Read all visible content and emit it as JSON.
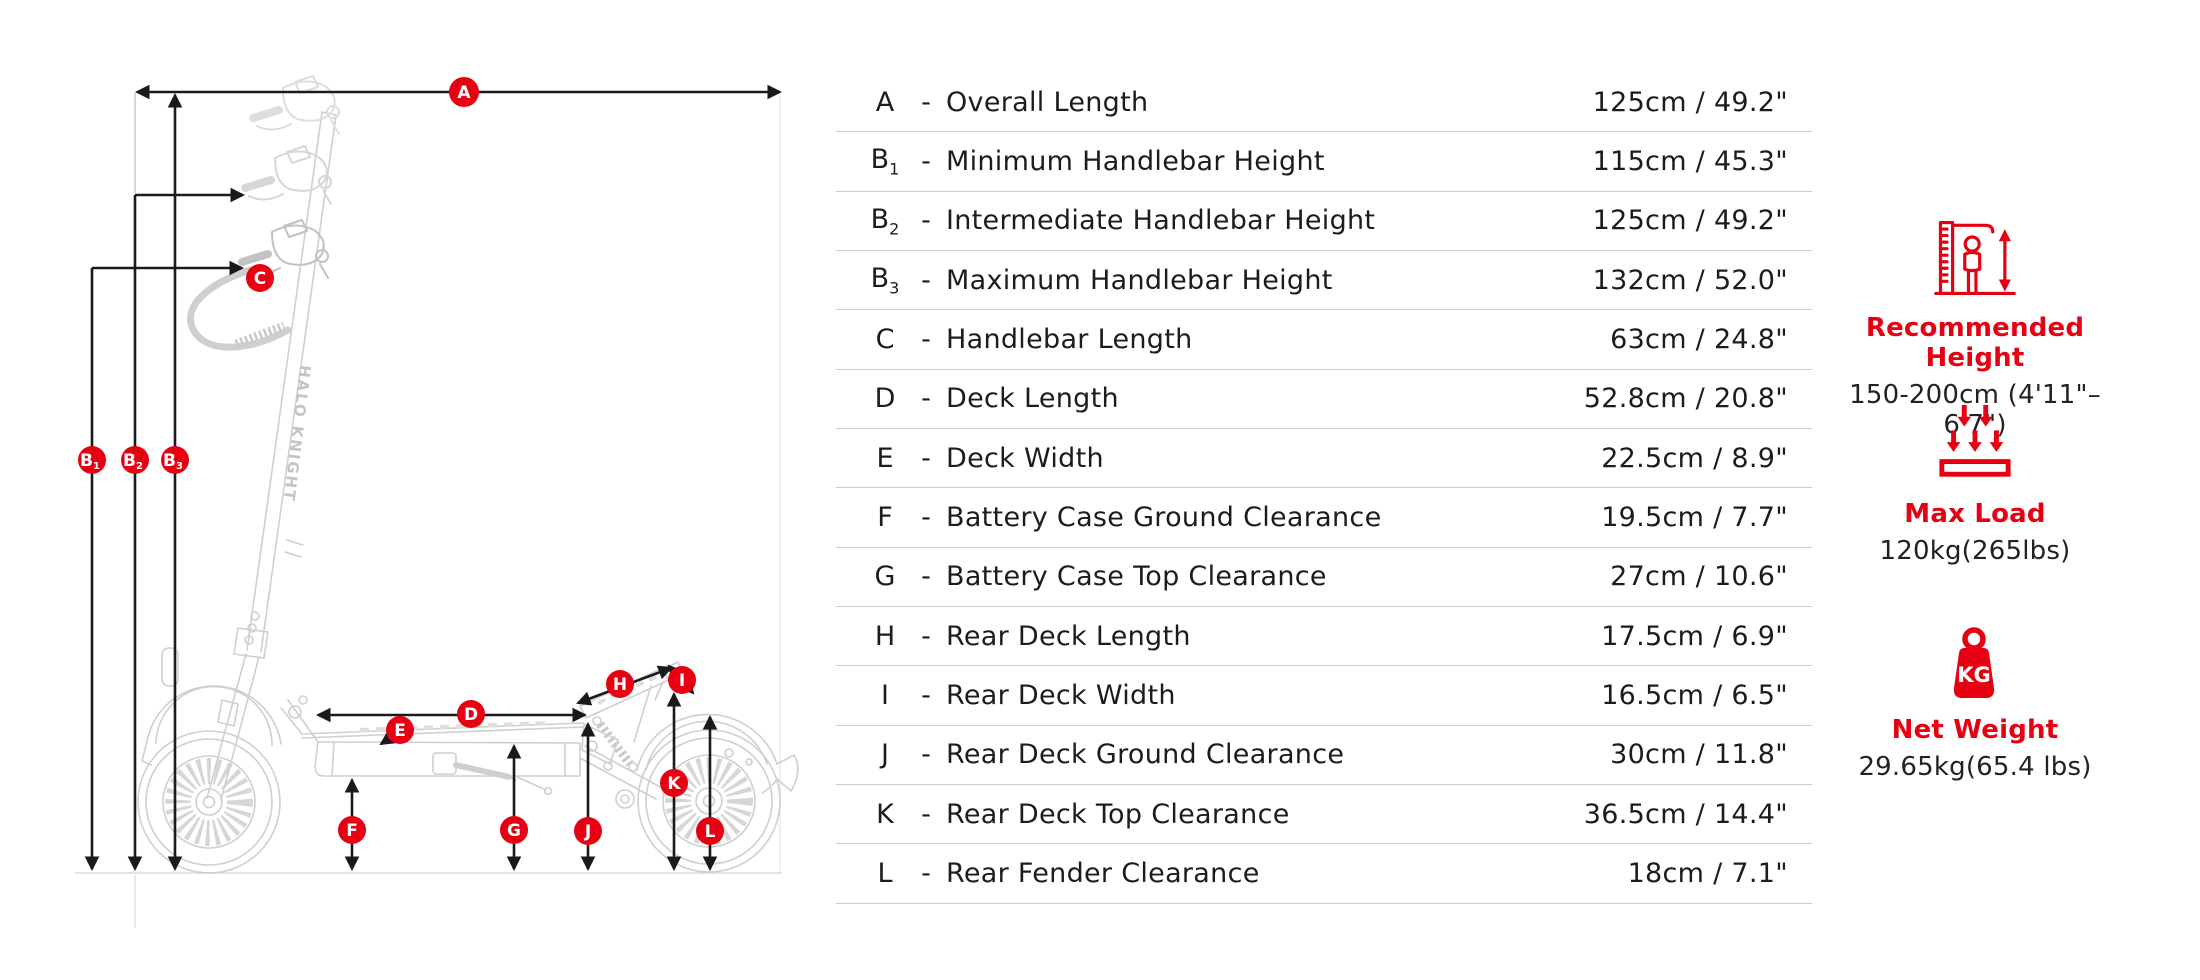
{
  "diagram": {
    "brand_text": "HALO KNIGHT"
  },
  "table": {
    "separator": "-",
    "rows": [
      {
        "letter": "A",
        "sub": "",
        "label": "Overall Length",
        "value": "125cm / 49.2\""
      },
      {
        "letter": "B",
        "sub": "1",
        "label": "Minimum Handlebar Height",
        "value": "115cm / 45.3\""
      },
      {
        "letter": "B",
        "sub": "2",
        "label": "Intermediate Handlebar Height",
        "value": "125cm / 49.2\""
      },
      {
        "letter": "B",
        "sub": "3",
        "label": "Maximum Handlebar Height",
        "value": "132cm / 52.0\""
      },
      {
        "letter": "C",
        "sub": "",
        "label": "Handlebar Length",
        "value": "63cm / 24.8\""
      },
      {
        "letter": "D",
        "sub": "",
        "label": "Deck Length",
        "value": "52.8cm / 20.8\""
      },
      {
        "letter": "E",
        "sub": "",
        "label": "Deck Width",
        "value": "22.5cm / 8.9\""
      },
      {
        "letter": "F",
        "sub": "",
        "label": "Battery Case Ground Clearance",
        "value": "19.5cm / 7.7\""
      },
      {
        "letter": "G",
        "sub": "",
        "label": "Battery Case Top Clearance",
        "value": "27cm / 10.6\""
      },
      {
        "letter": "H",
        "sub": "",
        "label": "Rear Deck Length",
        "value": "17.5cm / 6.9\""
      },
      {
        "letter": "I",
        "sub": "",
        "label": "Rear Deck Width",
        "value": "16.5cm / 6.5\""
      },
      {
        "letter": "J",
        "sub": "",
        "label": "Rear Deck Ground Clearance",
        "value": "30cm / 11.8\""
      },
      {
        "letter": "K",
        "sub": "",
        "label": "Rear Deck Top Clearance",
        "value": "36.5cm / 14.4\""
      },
      {
        "letter": "L",
        "sub": "",
        "label": "Rear Fender Clearance",
        "value": "18cm / 7.1\""
      }
    ]
  },
  "info_cards": [
    {
      "icon": "height-ruler-icon",
      "title": "Recommended Height",
      "value": "150-200cm (4'11\"–6'7\")"
    },
    {
      "icon": "max-load-icon",
      "title": "Max Load",
      "value": "120kg(265lbs)"
    },
    {
      "icon": "net-weight-icon",
      "title": "Net Weight",
      "value": "29.65kg(65.4 lbs)"
    }
  ],
  "colors": {
    "accent": "#e60012",
    "text": "#1c1c1c",
    "separator": "#cbcbcb",
    "sketch": "#cfcfcf"
  }
}
